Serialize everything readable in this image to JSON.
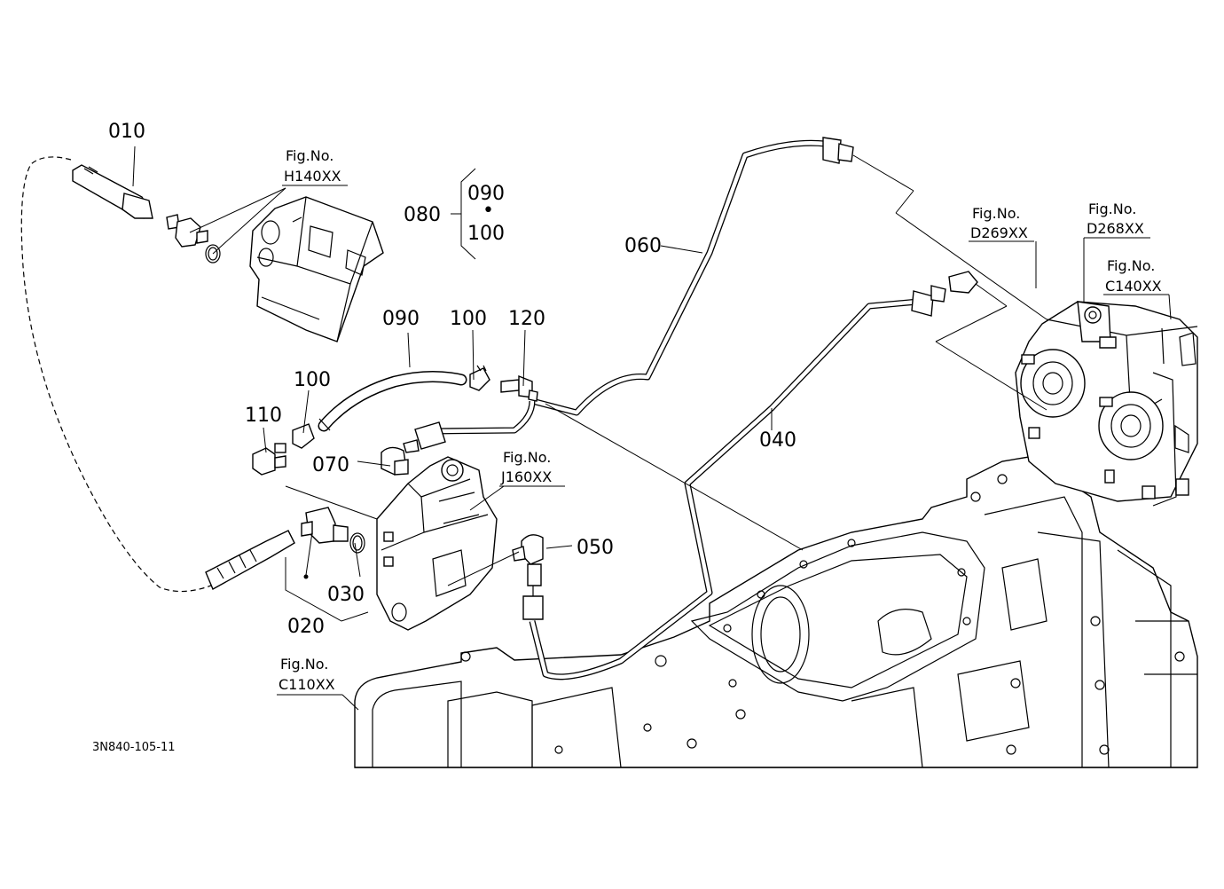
{
  "callouts": {
    "p010": "010",
    "p020": "020",
    "p030": "030",
    "p040": "040",
    "p050": "050",
    "p060": "060",
    "p070": "070",
    "p080": "080",
    "p090": "090",
    "p100": "100",
    "p100b": "100",
    "p110": "110",
    "p120": "120",
    "group_top": "090",
    "group_dot": "•",
    "group_bottom": "100"
  },
  "figure_refs": {
    "h140": {
      "line1": "Fig.No.",
      "line2": "H140XX"
    },
    "d269": {
      "line1": "Fig.No.",
      "line2": "D269XX"
    },
    "d268": {
      "line1": "Fig.No.",
      "line2": "D268XX"
    },
    "c140": {
      "line1": "Fig.No.",
      "line2": "C140XX"
    },
    "j160": {
      "line1": "Fig.No.",
      "line2": "J160XX"
    },
    "c110": {
      "line1": "Fig.No.",
      "line2": "C110XX"
    }
  },
  "drawing_code": "3N840-105-11"
}
